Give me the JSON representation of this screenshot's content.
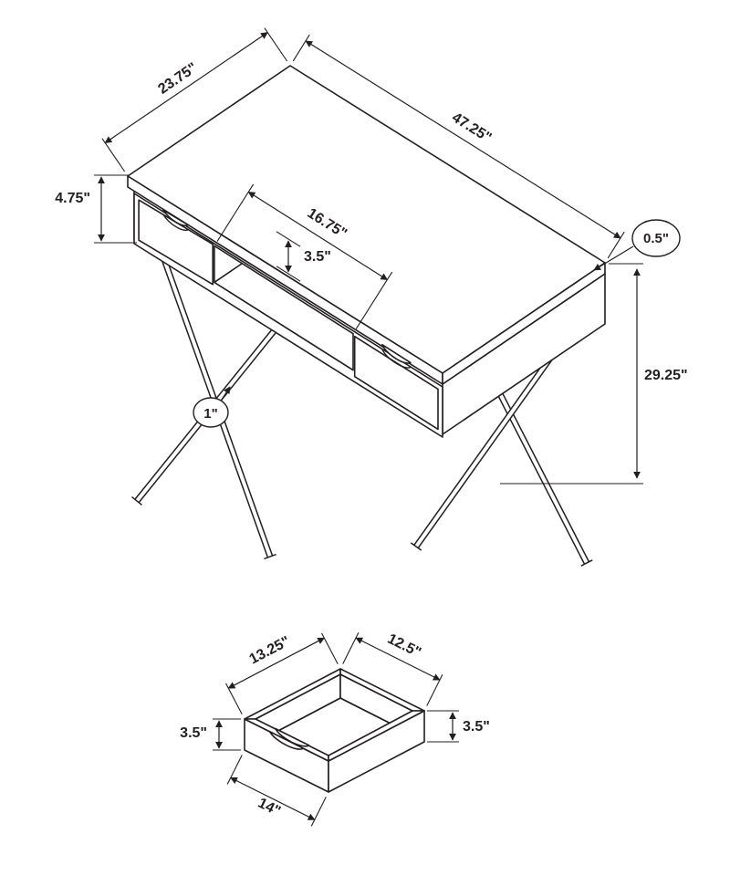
{
  "page": {
    "background": "#ffffff",
    "line_color": "#231f20",
    "description": "Technical dimension drawing of a desk with X-shaped metal legs and a separate storage drawer"
  },
  "desk": {
    "dims": {
      "depth": "23.75\"",
      "width": "47.25\"",
      "apron_height": "4.75\"",
      "opening_width": "16.75\"",
      "opening_height": "3.5\"",
      "top_thickness": "0.5\"",
      "overall_height": "29.25\"",
      "leg_tube": "1\""
    }
  },
  "drawer": {
    "dims": {
      "edge_left": "13.25\"",
      "edge_right": "12.5\"",
      "height_left": "3.5\"",
      "height_right": "3.5\"",
      "front_width": "14\""
    }
  }
}
